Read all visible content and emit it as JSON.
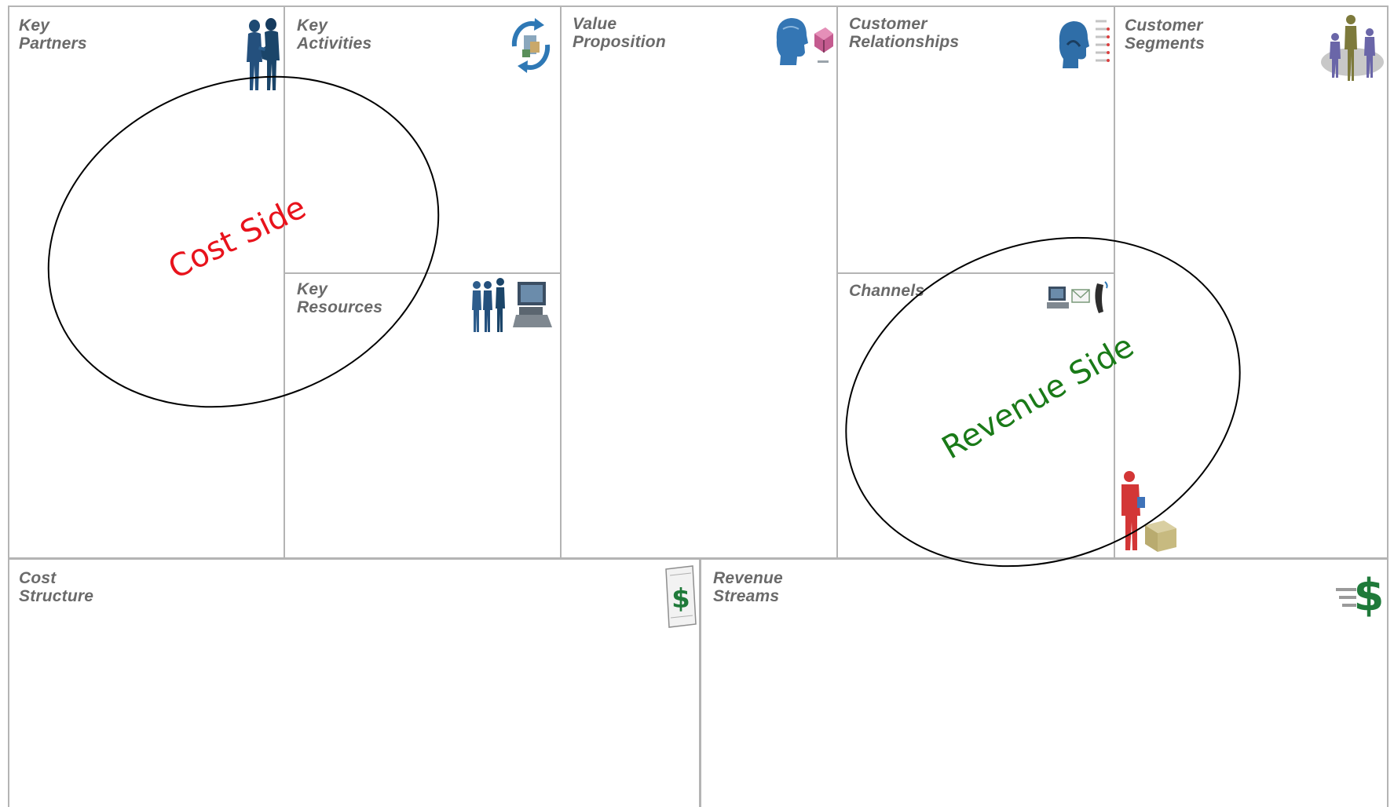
{
  "canvas": {
    "blocks": {
      "key_partners": "Key\nPartners",
      "key_activities": "Key\nActivities",
      "key_resources": "Key\nResources",
      "value_proposition": "Value\nProposition",
      "customer_relationships": "Customer\nRelationships",
      "channels": "Channels",
      "customer_segments": "Customer\nSegments",
      "cost_structure": "Cost\nStructure",
      "revenue_streams": "Revenue\nStreams"
    },
    "annotations": {
      "cost_side": "Cost Side",
      "revenue_side": "Revenue Side"
    },
    "colors": {
      "grid": "#b4b4b4",
      "label": "#6a6a6a",
      "cost_side": "#e8131c",
      "revenue_side": "#1a7a18",
      "ellipse": "#000000"
    },
    "icons": {
      "key_partners": "business-partners-silhouette-icon",
      "key_activities": "cycle-arrows-icon",
      "key_resources": "people-and-computer-icon",
      "value_proposition": "head-and-gift-icon",
      "customer_relationships": "head-with-list-icon",
      "channels": "computer-mail-phone-icon",
      "customer_segments": "group-of-people-icon",
      "revenue_person": "person-with-box-icon",
      "cost_structure": "dollar-bill-icon",
      "revenue_streams": "speeding-dollar-icon"
    }
  }
}
